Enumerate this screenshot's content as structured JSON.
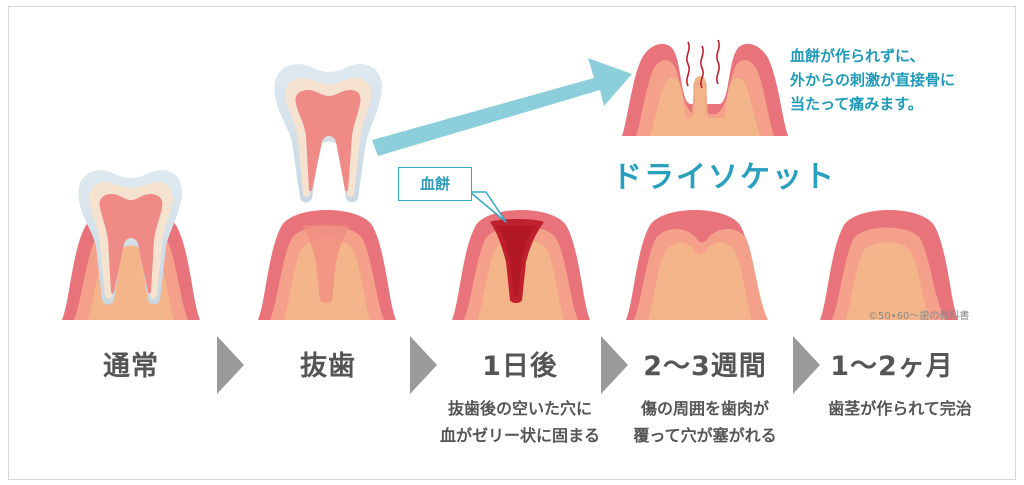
{
  "stages": [
    {
      "label": "通常",
      "desc": []
    },
    {
      "label": "抜歯",
      "desc": []
    },
    {
      "label": "1日後",
      "desc": [
        "抜歯後の空いた穴に",
        "血がゼリー状に固まる"
      ]
    },
    {
      "label": "2〜3週間",
      "desc": [
        "傷の周囲を歯肉が",
        "覆って穴が塞がれる"
      ]
    },
    {
      "label": "1〜2ヶ月",
      "desc": [
        "歯茎が作られて完治"
      ]
    }
  ],
  "clot_label": "血餅",
  "dry_socket": {
    "title": "ドライソケット",
    "note": [
      "血餅が作られずに、",
      "外からの刺激が直接骨に",
      "当たって痛みます。"
    ]
  },
  "copyright": "©50•60〜歯の教科書",
  "colors": {
    "gum_outer": "#e8737a",
    "gum_inner": "#f4a08b",
    "bone": "#f3b589",
    "tooth_crown": "#f6e3cf",
    "tooth_pulp": "#ef8a86",
    "clot": "#c0202e",
    "arrow": "#8ccfdb",
    "chevron": "#9a9a9a",
    "accent_blue": "#2aa0bf"
  }
}
